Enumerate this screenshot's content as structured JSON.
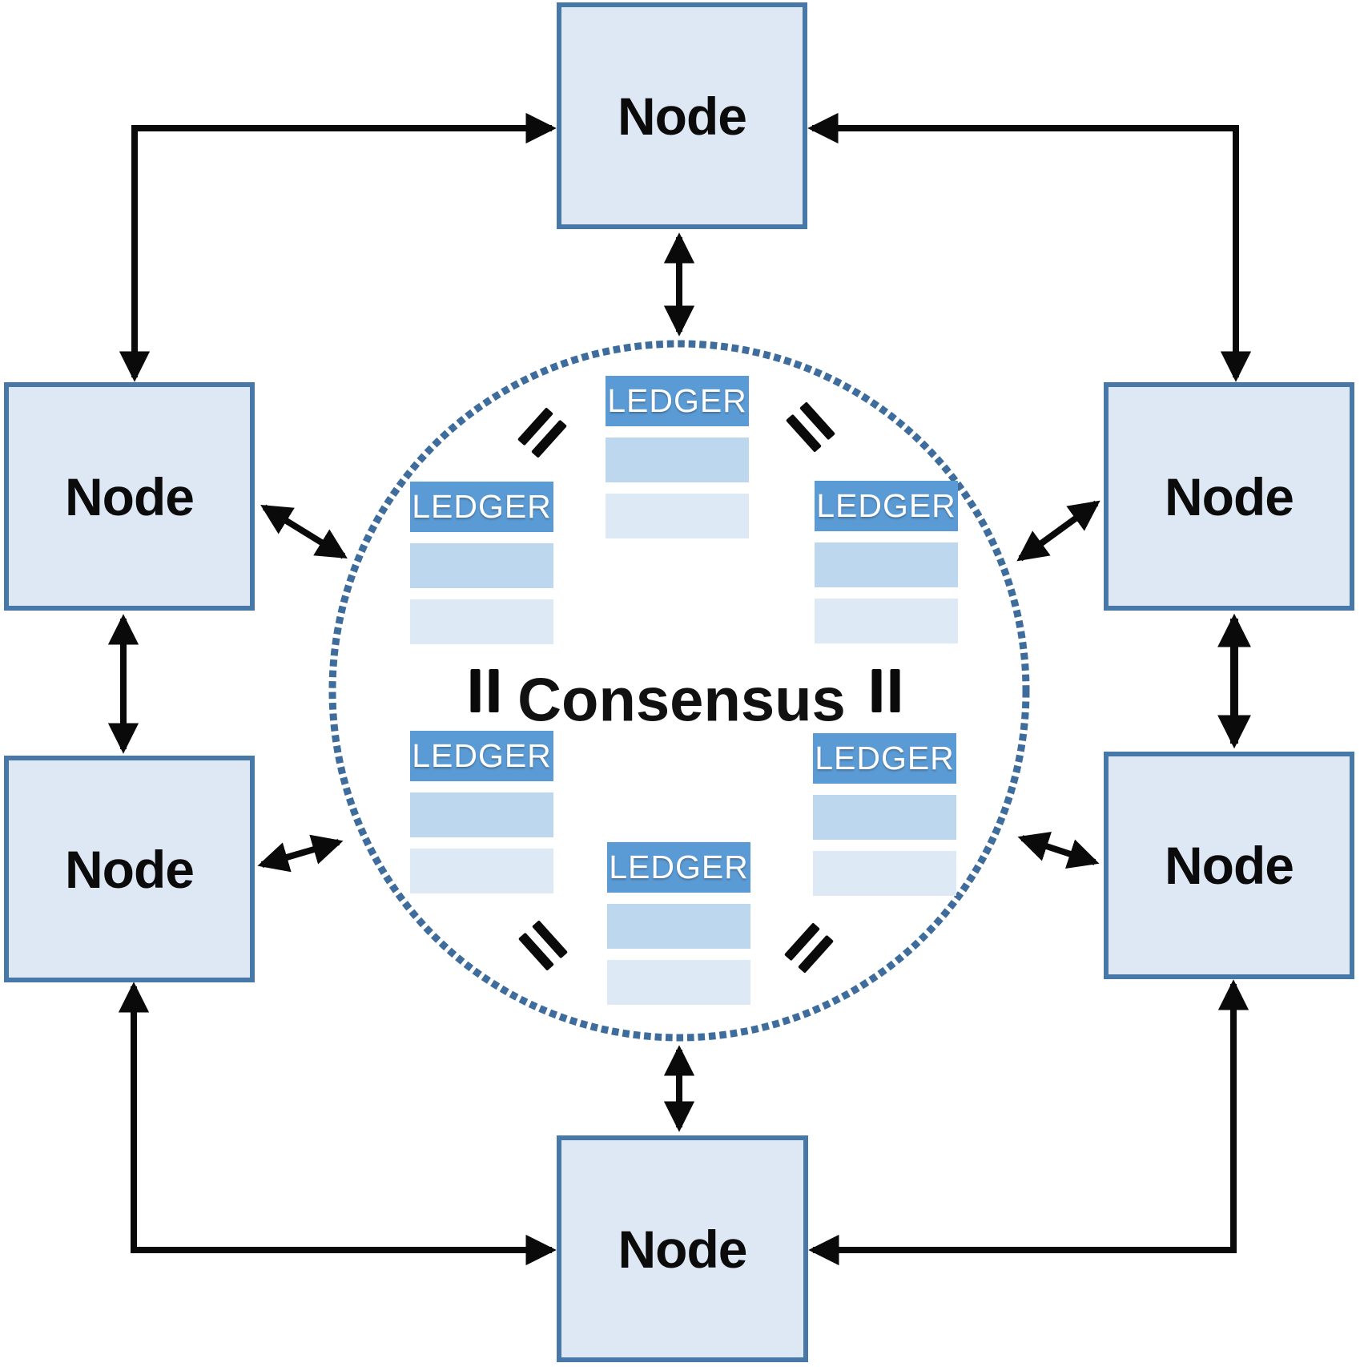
{
  "consensus": {
    "label": "Consensus"
  },
  "nodes": [
    {
      "id": "top",
      "label": "Node"
    },
    {
      "id": "upper-left",
      "label": "Node"
    },
    {
      "id": "upper-right",
      "label": "Node"
    },
    {
      "id": "lower-left",
      "label": "Node"
    },
    {
      "id": "lower-right",
      "label": "Node"
    },
    {
      "id": "bottom",
      "label": "Node"
    }
  ],
  "ledgers": [
    {
      "id": "top-center",
      "label": "LEDGER"
    },
    {
      "id": "upper-left",
      "label": "LEDGER"
    },
    {
      "id": "upper-right",
      "label": "LEDGER"
    },
    {
      "id": "lower-left",
      "label": "LEDGER"
    },
    {
      "id": "lower-right",
      "label": "LEDGER"
    },
    {
      "id": "bottom-center",
      "label": "LEDGER"
    }
  ],
  "colors": {
    "node_fill": "#dde8f4",
    "node_border": "#4878a8",
    "ledger_header": "#5b9bd5",
    "ledger_row_medium": "#bdd7ee",
    "ledger_row_light": "#dee9f6",
    "circle_dots": "#3e6d9d",
    "arrow": "#0a0a0a"
  }
}
